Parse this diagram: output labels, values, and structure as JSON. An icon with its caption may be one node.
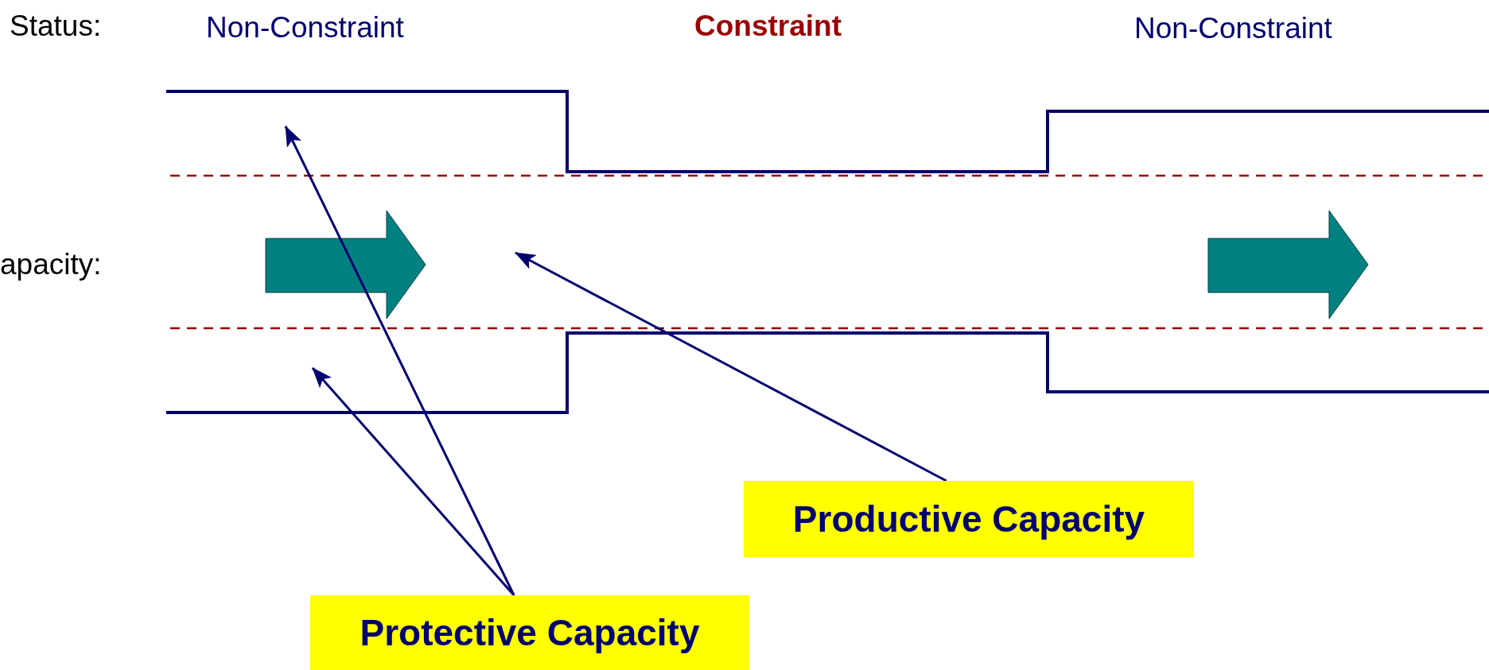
{
  "diagram": {
    "nodes": [
      {
        "text": [
          "Protective Capacity"
        ]
      },
      {
        "text": [
          "Productive Capacity"
        ]
      }
    ],
    "edges": [
      {
        "from": 0,
        "to": null,
        "arrow": "to"
      },
      {
        "from": 0,
        "to": null,
        "arrow": "to"
      },
      {
        "from": 1,
        "to": null,
        "arrow": "to"
      }
    ],
    "labels": [
      "Status:",
      "Non-Constraint",
      "Constraint",
      "Non-Constraint",
      "apacity:"
    ]
  }
}
